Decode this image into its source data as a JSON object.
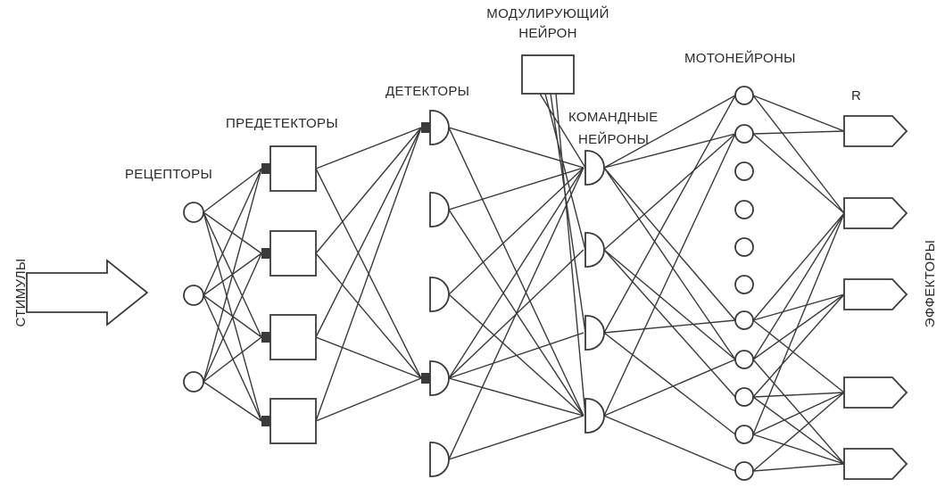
{
  "labels": {
    "stimuli": "СТИМУЛЫ",
    "receptors": "РЕЦЕПТОРЫ",
    "predetectors": "ПРЕДЕТЕКТОРЫ",
    "detectors": "ДЕТЕКТОРЫ",
    "modulating_line1": "МОДУЛИРУЮЩИЙ",
    "modulating_line2": "НЕЙРОН",
    "command_line1": "КОМАНДНЫЕ",
    "command_line2": "НЕЙРОНЫ",
    "motoneurons": "МОТОНЕЙРОНЫ",
    "r": "R",
    "effectors": "ЭФФЕКТОРЫ"
  },
  "colors": {
    "ink": "#3a3a3a",
    "background": "#ffffff"
  },
  "icons": {
    "stimulus_arrow": "arrow-right-outline-icon",
    "effector": "pentagon-arrow-icon"
  }
}
